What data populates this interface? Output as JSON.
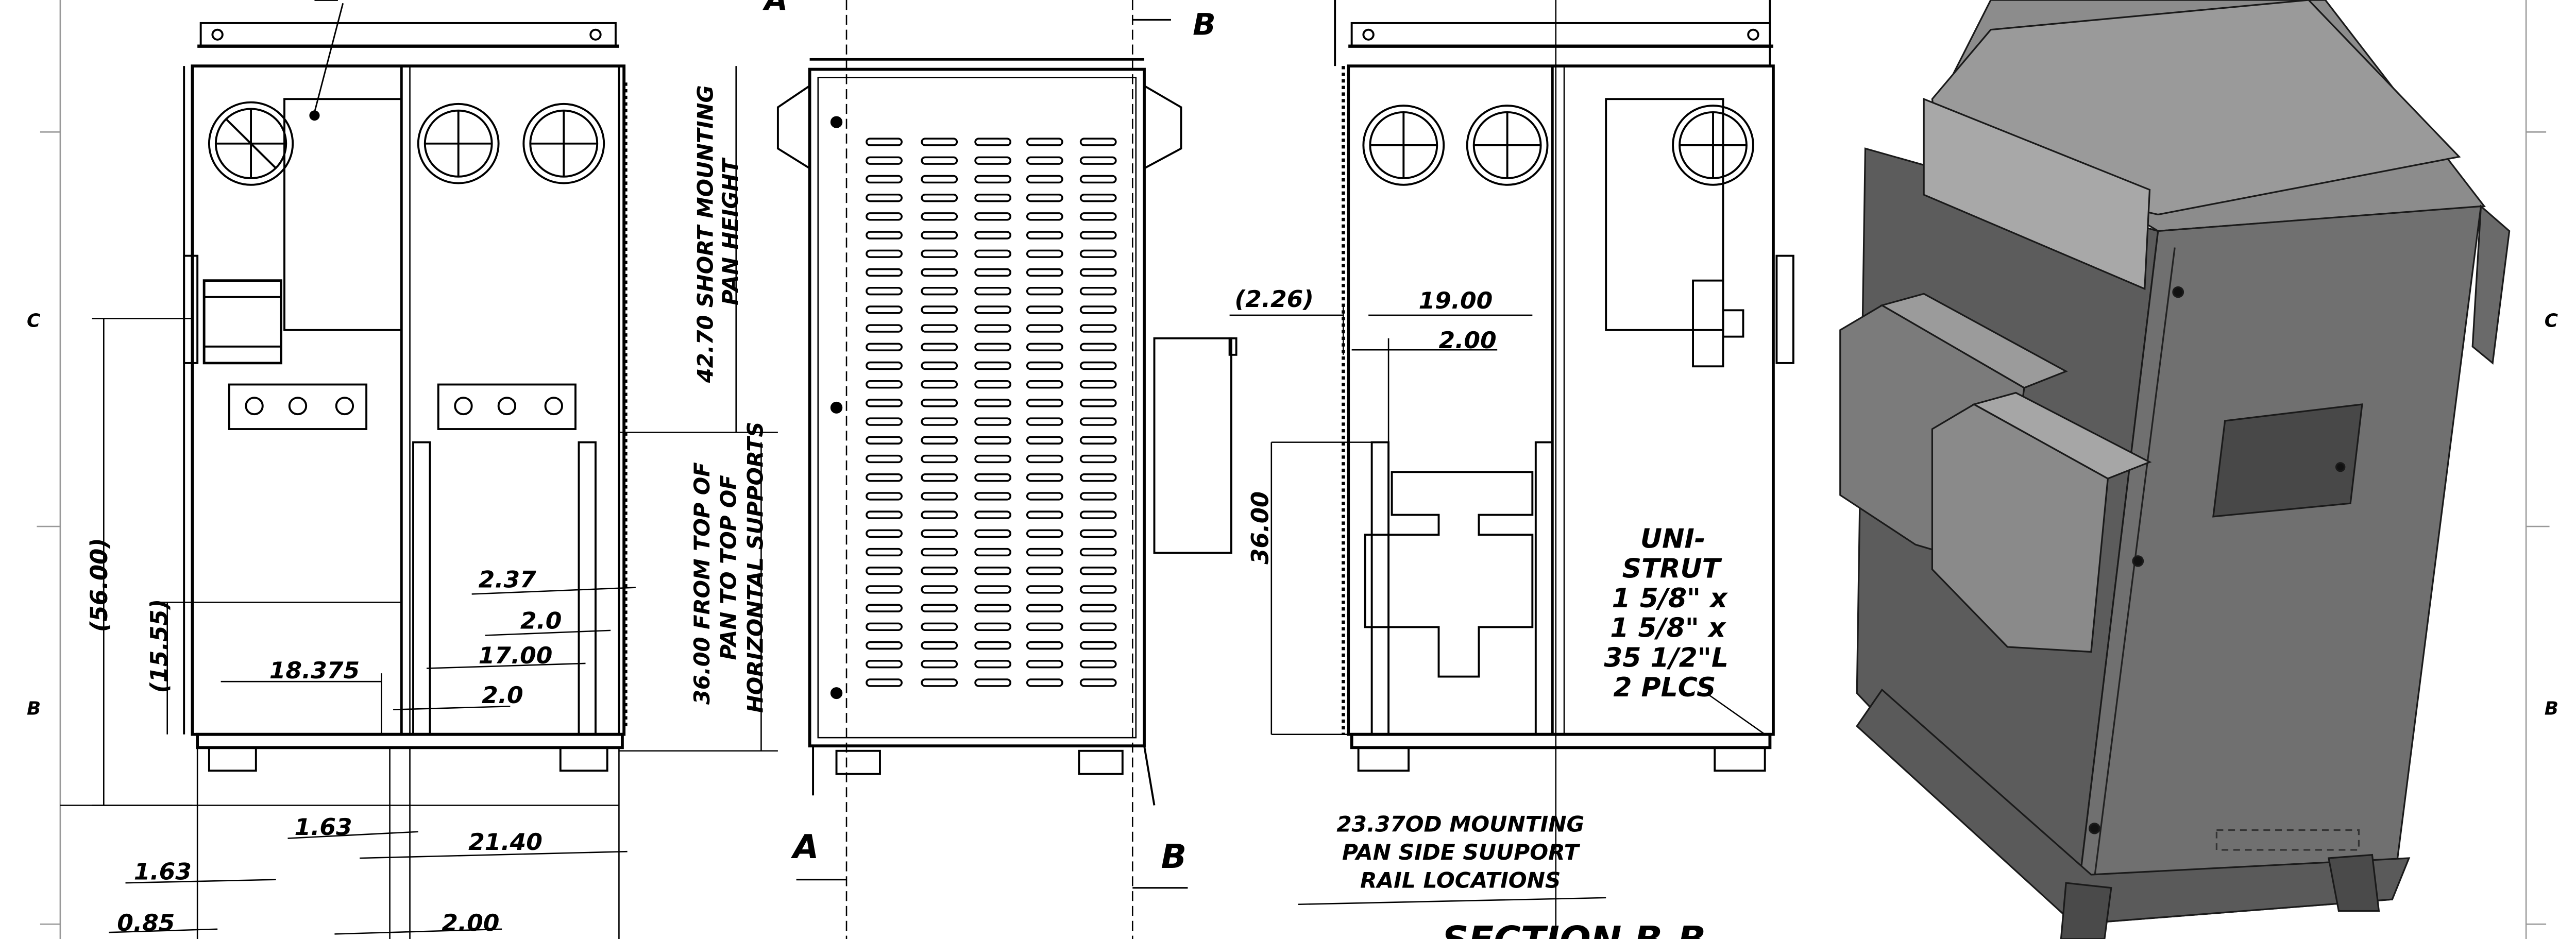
{
  "border": {
    "zone_c": "C",
    "zone_b": "B"
  },
  "view_left": {
    "dim_height_56": "(56.00)",
    "dim_15_55": "(15.55)",
    "dim_18_375": "18.375",
    "dim_2_37": "2.37",
    "dim_2_0_a": "2.0",
    "dim_17_00": "17.00",
    "dim_2_0_b": "2.0",
    "dim_1_63_a": "1.63",
    "dim_21_40": "21.40",
    "dim_1_63_b": "1.63",
    "dim_0_85": "0.85",
    "dim_2_00": "2.00",
    "note_mounting_line1": "42.70 SHORT MOUNTING",
    "note_mounting_line2": "PAN HEIGHT",
    "note_supports_line1": "36.00  FROM TOP OF",
    "note_supports_line2": "PAN TO TOP OF",
    "note_supports_line3": "HORIZONTAL SUPPORTS"
  },
  "view_front": {
    "section_a_top": "A",
    "section_b_top": "B",
    "section_a_bottom": "A",
    "section_b_bottom": "B"
  },
  "view_section": {
    "dim_2_26": "(2.26)",
    "dim_19_00": "19.00",
    "dim_2_00": "2.00",
    "dim_36_00": "36.00",
    "unistrut_lines": [
      "UNI-",
      "STRUT",
      "1 5/8\" x",
      "1 5/8\" x",
      "35 1/2\"L",
      "2 PLCS"
    ],
    "rail_note_lines": [
      "23.37OD  MOUNTING",
      "PAN SIDE SUUPORT",
      "RAIL LOCATIONS"
    ],
    "section_title": "SECTION B-B"
  },
  "colors": {
    "line": "#000000",
    "border_gray": "#999999",
    "iso_light": "#8e8e8e",
    "iso_mid": "#6e6e6e",
    "iso_dark": "#4a4a4a"
  }
}
